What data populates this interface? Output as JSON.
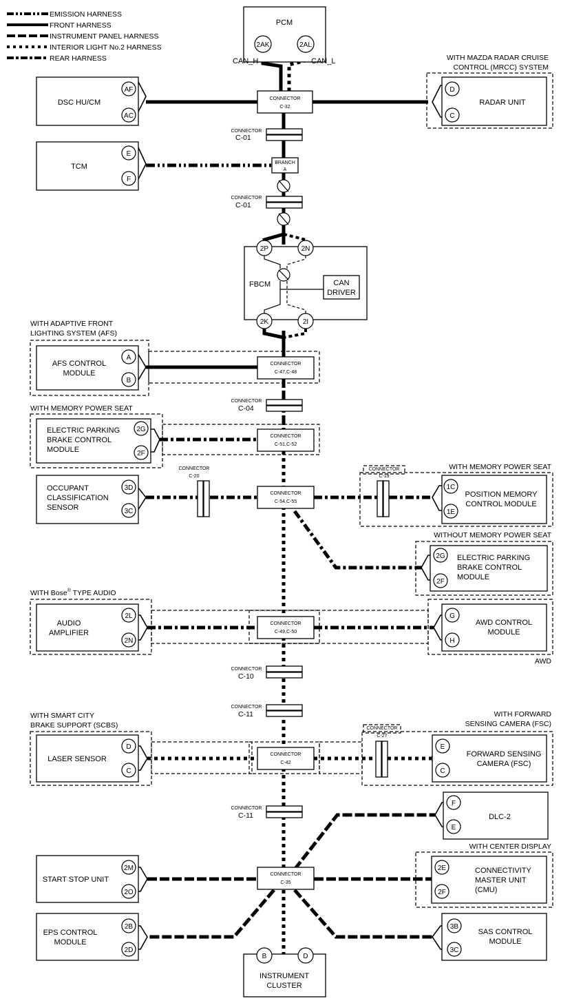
{
  "legend": [
    "EMISSION HARNESS",
    "FRONT HARNESS",
    "INSTRUMENT PANEL HARNESS",
    "INTERIOR LIGHT No.2 HARNESS",
    "REAR HARNESS"
  ],
  "modules": {
    "pcm": {
      "label": "PCM",
      "pins": [
        "2AK",
        "2AL"
      ],
      "sig": [
        "CAN_H",
        "CAN_L"
      ]
    },
    "dsc": {
      "label": "DSC HU/CM",
      "pins": [
        "AF",
        "AC"
      ]
    },
    "radar": {
      "label": "RADAR UNIT",
      "pins": [
        "D",
        "C"
      ],
      "cond": [
        "WITH MAZDA RADAR CRUISE",
        "CONTROL (MRCC) SYSTEM"
      ]
    },
    "tcm": {
      "label": "TCM",
      "pins": [
        "E",
        "F"
      ]
    },
    "fbcm": {
      "label": "FBCM",
      "pins": [
        "2P",
        "2N",
        "2K",
        "2I"
      ],
      "driver": [
        "CAN",
        "DRIVER"
      ]
    },
    "afs": {
      "label": [
        "AFS CONTROL",
        "MODULE"
      ],
      "pins": [
        "A",
        "B"
      ],
      "cond": [
        "WITH ADAPTIVE FRONT",
        "LIGHTING SYSTEM (AFS)"
      ]
    },
    "epb1": {
      "label": [
        "ELECTRIC PARKING",
        "BRAKE CONTROL",
        "MODULE"
      ],
      "pins": [
        "2G",
        "2F"
      ],
      "cond": "WITH MEMORY POWER SEAT"
    },
    "ocs": {
      "label": [
        "OCCUPANT",
        "CLASSIFICATION",
        "SENSOR"
      ],
      "pins": [
        "3D",
        "3C"
      ]
    },
    "pos": {
      "label": [
        "POSITION MEMORY",
        "CONTROL MODULE"
      ],
      "pins": [
        "1C",
        "1E"
      ],
      "cond": "WITH MEMORY POWER SEAT"
    },
    "epb2": {
      "label": [
        "ELECTRIC PARKING",
        "BRAKE CONTROL",
        "MODULE"
      ],
      "pins": [
        "2G",
        "2F"
      ],
      "cond": "WITHOUT MEMORY POWER SEAT"
    },
    "amp": {
      "label": [
        "AUDIO",
        "AMPLIFIER"
      ],
      "pins": [
        "2L",
        "2N"
      ],
      "cond_a": "WITH Bose",
      "cond_sup": "®",
      "cond_b": " TYPE AUDIO"
    },
    "awd": {
      "label": [
        "AWD CONTROL",
        "MODULE"
      ],
      "pins": [
        "G",
        "H"
      ],
      "cond": "AWD"
    },
    "laser": {
      "label": "LASER SENSOR",
      "pins": [
        "D",
        "C"
      ],
      "cond": [
        "WITH SMART CITY",
        "BRAKE SUPPORT (SCBS)"
      ]
    },
    "fsc": {
      "label": [
        "FORWARD SENSING",
        "CAMERA (FSC)"
      ],
      "pins": [
        "E",
        "C"
      ],
      "cond": [
        "WITH FORWARD",
        "SENSING CAMERA (FSC)"
      ]
    },
    "dlc": {
      "label": "DLC-2",
      "pins": [
        "F",
        "E"
      ]
    },
    "ssu": {
      "label": "START STOP UNIT",
      "pins": [
        "2M",
        "2O"
      ]
    },
    "cmu": {
      "label": [
        "CONNECTIVITY",
        "MASTER UNIT",
        "(CMU)"
      ],
      "pins": [
        "2E",
        "2F"
      ],
      "cond": "WITH CENTER DISPLAY"
    },
    "eps": {
      "label": [
        "EPS CONTROL",
        "MODULE"
      ],
      "pins": [
        "2B",
        "2D"
      ]
    },
    "sas": {
      "label": [
        "SAS CONTROL",
        "MODULE"
      ],
      "pins": [
        "3B",
        "3C"
      ]
    },
    "ic": {
      "label": [
        "INSTRUMENT",
        "CLUSTER"
      ],
      "pins": [
        "B",
        "D"
      ]
    }
  },
  "connectors": {
    "word": "CONNECTOR",
    "c32": "C-32",
    "c01a": "C-01",
    "branch": [
      "BRANCH",
      "A"
    ],
    "c01b": "C-01",
    "c4748": "C-47,C-48",
    "c04": "C-04",
    "c5152": "C-51,C-52",
    "c20": "C-20",
    "c5455": "C-54,C-55",
    "c19": "C-19",
    "c4950": "C-49,C-50",
    "c10": "C-10",
    "c11a": "C-11",
    "c42": "C-42",
    "c27": "C-27",
    "c11b": "C-11",
    "c35": "C-35"
  }
}
